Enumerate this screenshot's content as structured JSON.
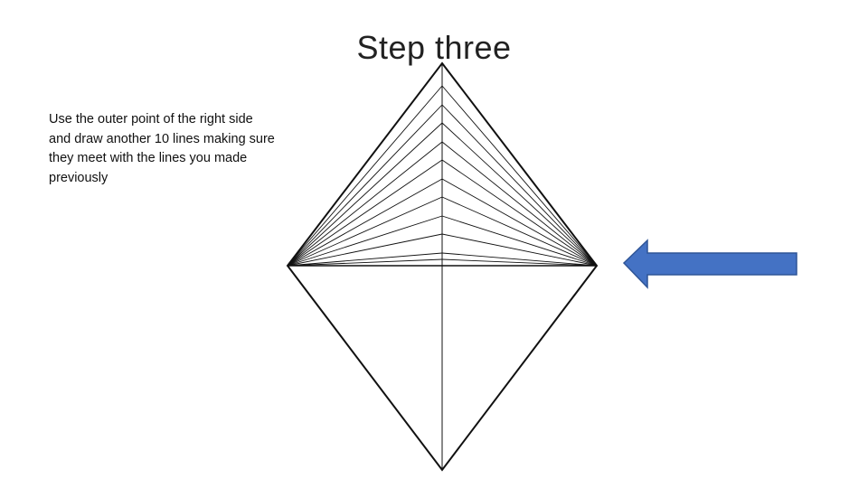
{
  "slide": {
    "title": "Step three",
    "instructions": "Use the outer point of the right side and draw another 10 lines making sure they meet with the lines you made previously"
  },
  "diagram": {
    "line_color": "#111111",
    "arrow_fill": "#4472C4",
    "arrow_stroke": "#2F5597",
    "arrow_direction": "left"
  }
}
